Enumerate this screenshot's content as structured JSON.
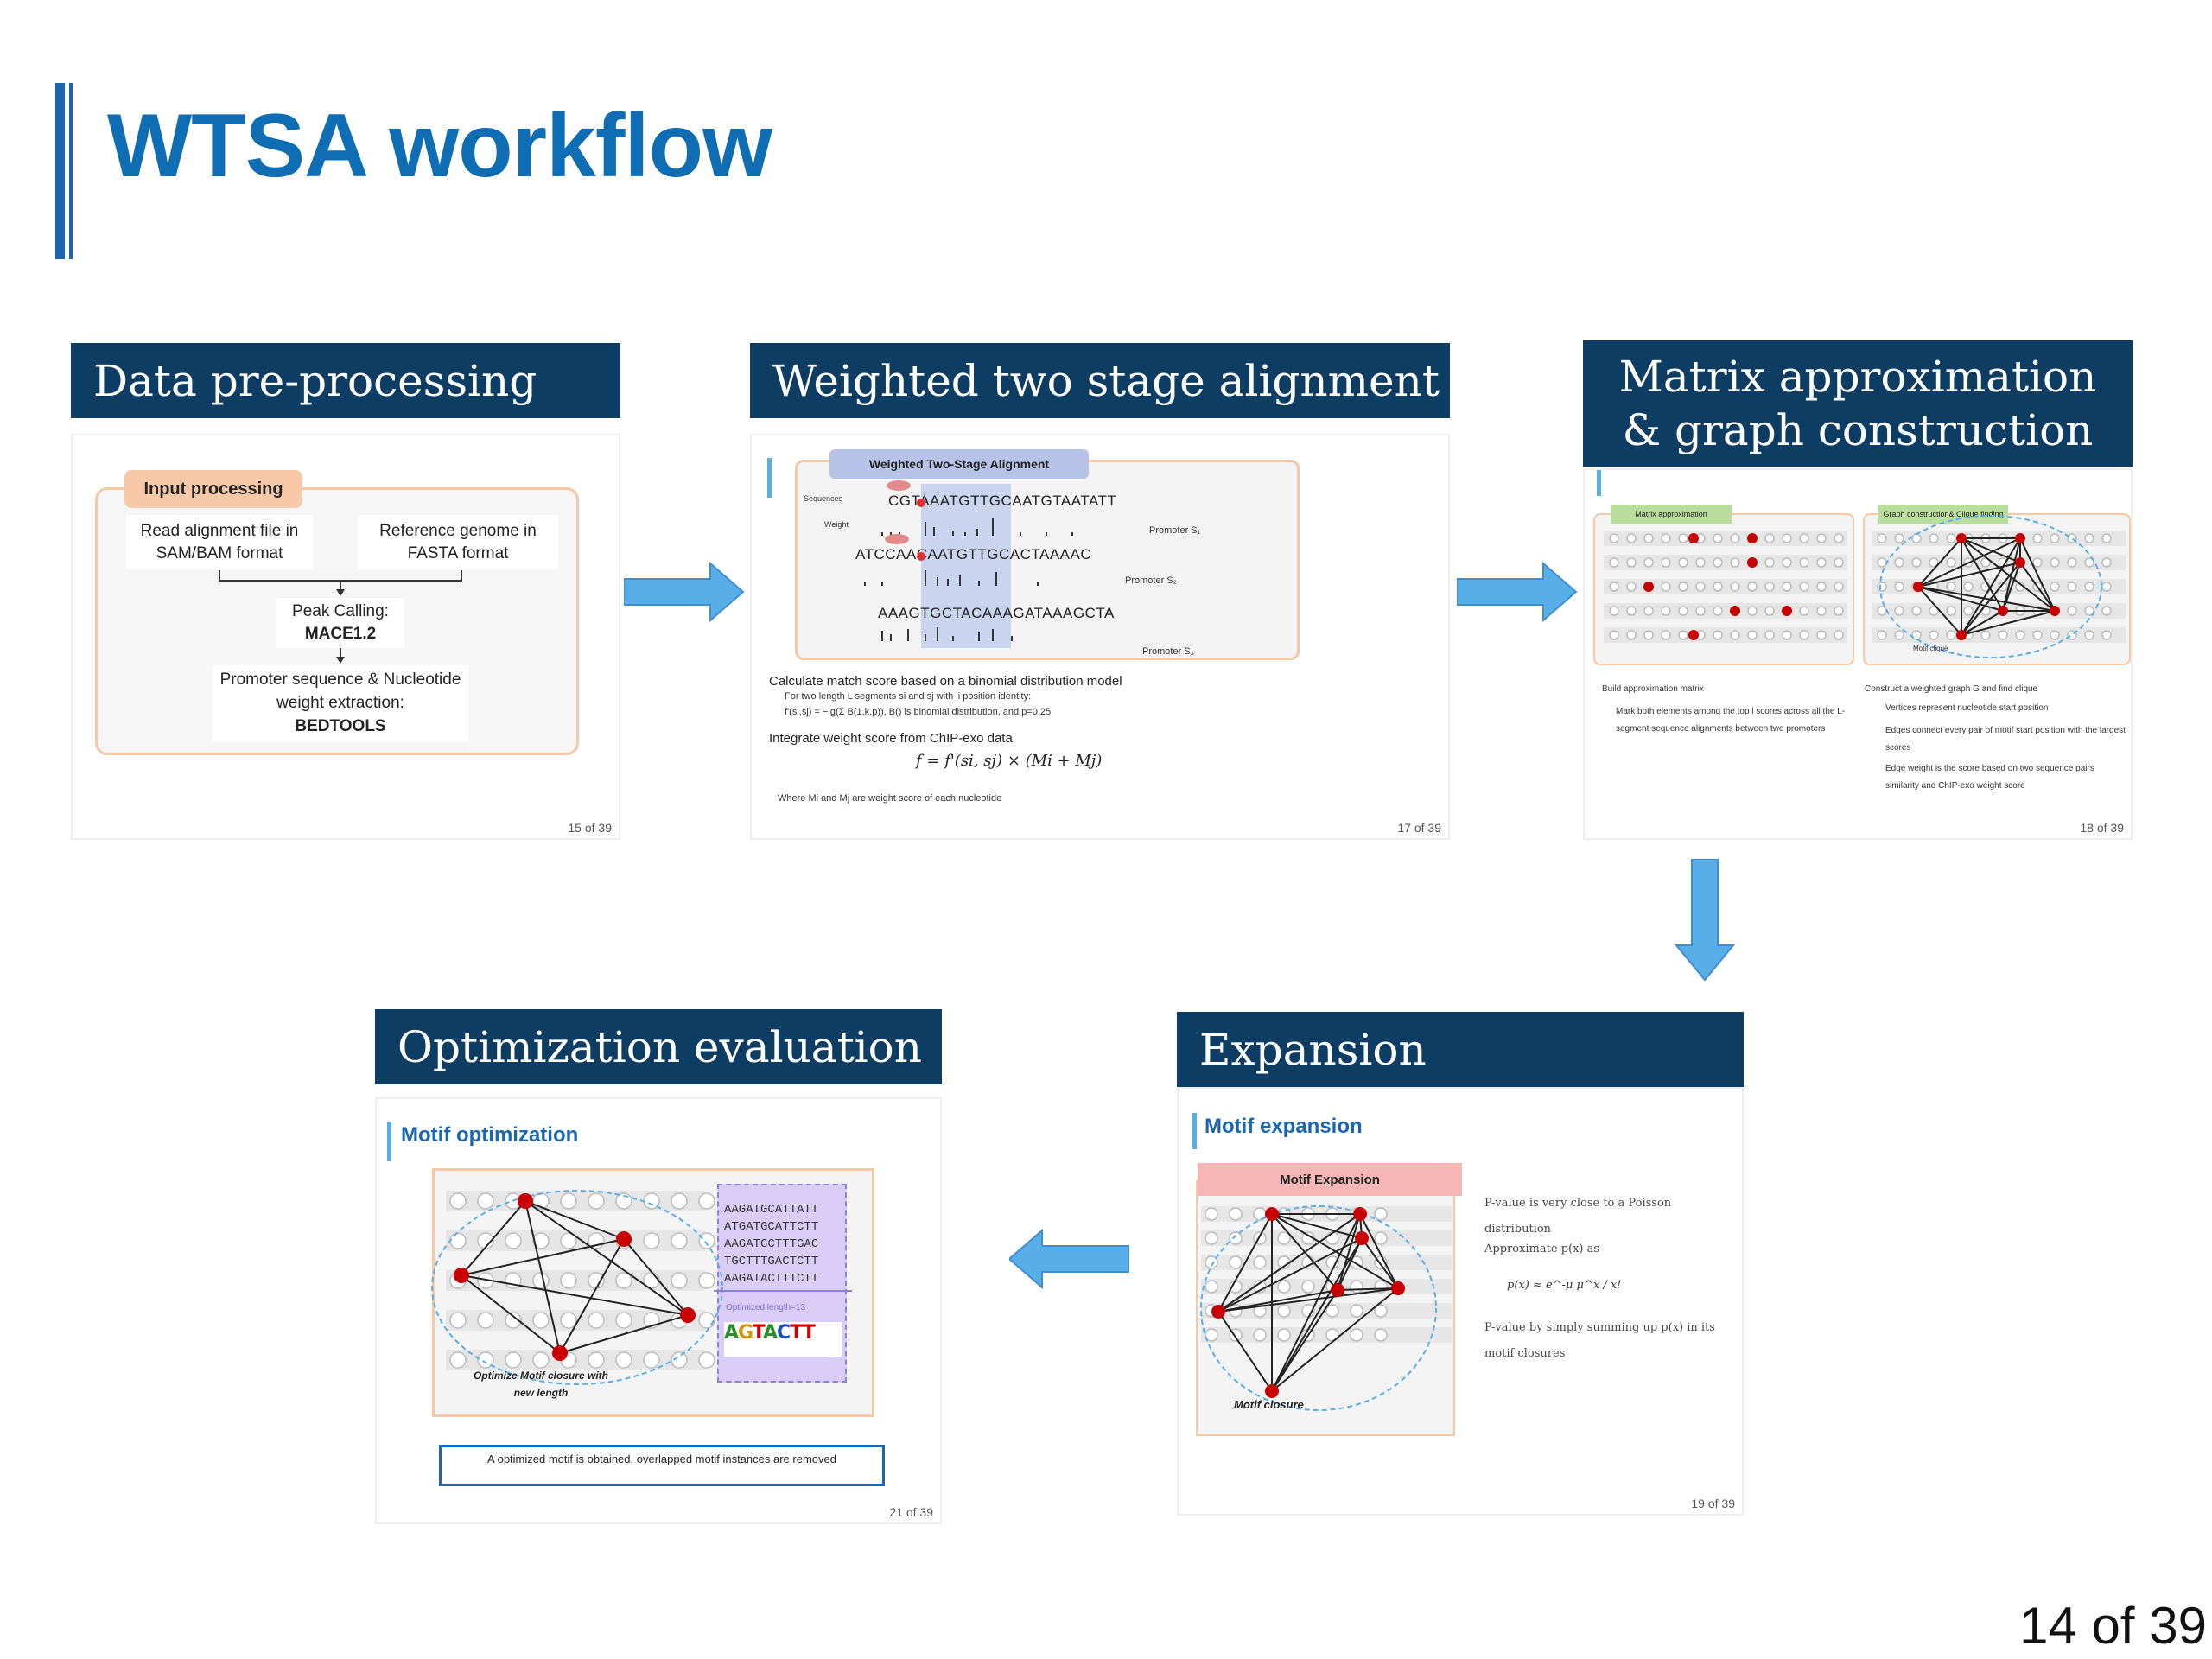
{
  "slide": {
    "title": "WTSA workflow",
    "page_number": "14 of 39"
  },
  "stages": {
    "preprocess": {
      "header": "Data pre-processing",
      "box_title": "Input processing",
      "read_file": "Read alignment file in SAM/BAM format",
      "ref_genome": "Reference genome in FASTA format",
      "peak_calling": "Peak Calling:",
      "peak_tool": "MACE1.2",
      "promoter": "Promoter sequence & Nucleotide weight extraction:",
      "promoter_tool": "BEDTOOLS",
      "page": "15 of 39"
    },
    "alignment": {
      "header": "Weighted two stage alignment",
      "box_title": "Weighted Two-Stage Alignment",
      "seq1": "CGTAAATGTTGCAATGTAATATT",
      "seq2": "ATCCAACAATGTTGCACTAAAAC",
      "seq3": "AAAGTGCTACAAAGATAAAGCTA",
      "prom1": "Promoter S₁",
      "prom2": "Promoter S₂",
      "prom3": "Promoter S₃",
      "seq_label": "Sequences",
      "weight_label": "Weight",
      "step1": "Calculate match score based on a binomial distribution model",
      "step1a": "For two length L segments si and sj with ii position identity:",
      "step1b": "f'(si,sj) = −lg(Σ B(1,k,p)), B() is binomial distribution, and p=0.25",
      "step2": "Integrate weight score from ChIP-exo data",
      "formula": "f = f'(si, sj) × (Mi + Mj)",
      "where": "Where Mi and Mj are weight score of each nucleotide",
      "page": "17 of 39"
    },
    "matrix": {
      "header": "Matrix approximation & graph construction",
      "left_tag": "Matrix approximation",
      "right_tag": "Graph construction& Clique finding",
      "left_text1": "Build approximation matrix",
      "left_text2": "Mark both elements among the top l scores across all the L-segment sequence alignments between two promoters",
      "right_text1": "Construct a weighted graph G and find clique",
      "right_text2": "Vertices represent nucleotide start position",
      "right_text3": "Edges connect every pair of motif start position with the largest scores",
      "right_text4": "Edge weight is the score based on two sequence pairs similarity and ChIP-exo weight score",
      "clique_label": "Motif clique",
      "page": "18 of 39"
    },
    "expansion": {
      "header": "Expansion",
      "sub_title": "Motif expansion",
      "box_title": "Motif Expansion",
      "closure_label": "Motif closure",
      "b1": "P-value is very close to a Poisson distribution",
      "b2": "Approximate p(x) as",
      "formula": "p(x) ≈ e^-μ μ^x / x!",
      "b3": "P-value by simply summing up p(x) in its motif closures",
      "page": "19 of 39"
    },
    "optimization": {
      "header": "Optimization evaluation",
      "sub_title": "Motif optimization",
      "seqs": [
        "AAGATGCATTATT",
        "ATGATGCATTCTT",
        "AAGATGCTTTGAC",
        "TGCTTTGACTCTT",
        "AAGATACTTTCTT"
      ],
      "opt_len": "Optimized length=13",
      "closure_label": "Optimize Motif closure with new length",
      "result": "A optimized motif is obtained, overlapped motif instances are removed",
      "page": "21 of 39"
    }
  },
  "colors": {
    "header_bg": "#0d3d63",
    "title": "#0f6db3",
    "arrow": "#5aaee8",
    "node": "#c80000",
    "panel_border": "#f2b38a"
  }
}
